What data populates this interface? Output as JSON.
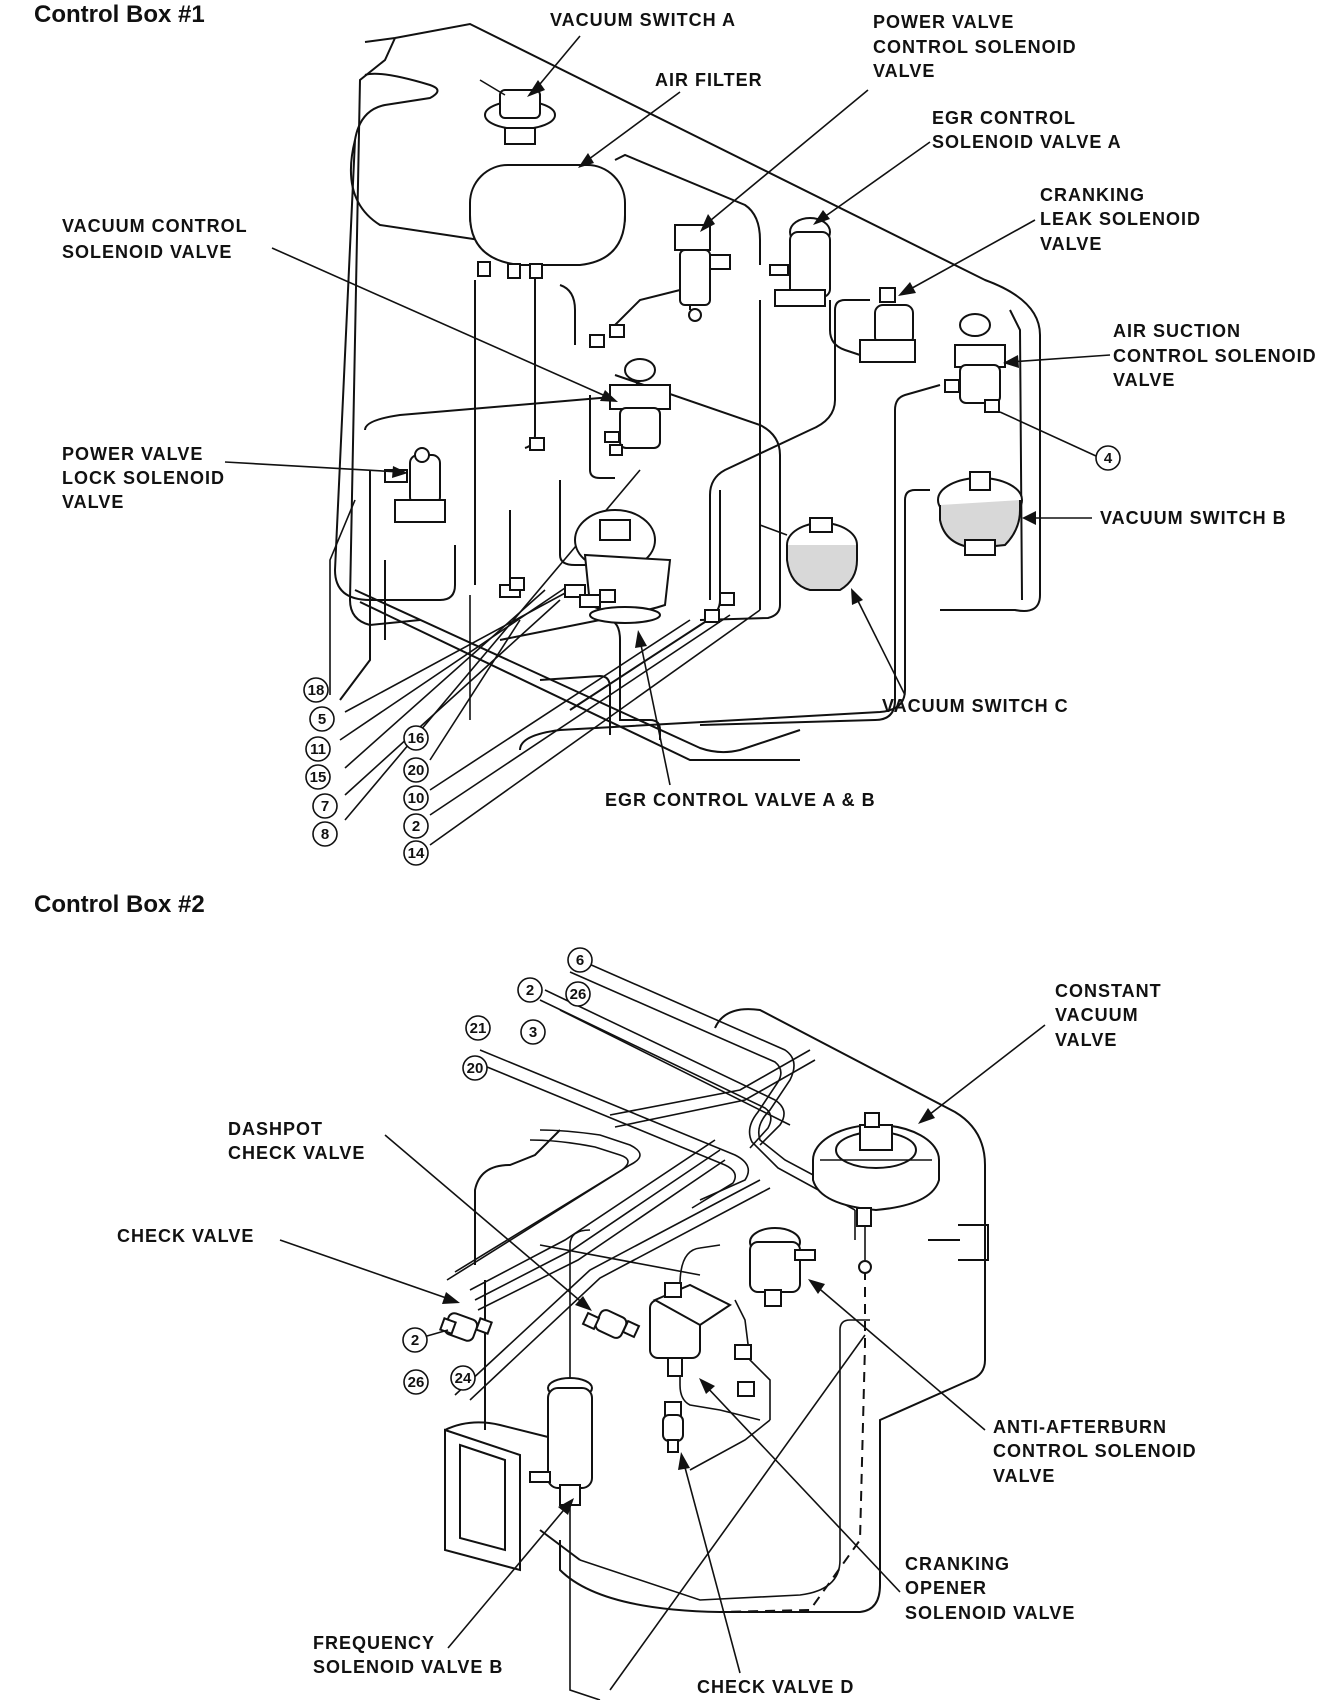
{
  "box1": {
    "title": "Control Box #1",
    "labels": {
      "vacuum_switch_a": [
        "VACUUM SWITCH A"
      ],
      "air_filter": [
        "AIR FILTER"
      ],
      "power_valve_control": [
        "POWER VALVE",
        "CONTROL SOLENOID",
        "VALVE"
      ],
      "egr_control_a": [
        "EGR CONTROL",
        "SOLENOID VALVE A"
      ],
      "cranking_leak": [
        "CRANKING",
        "LEAK SOLENOID",
        "VALVE"
      ],
      "vacuum_control": [
        "VACUUM CONTROL",
        "SOLENOID VALVE"
      ],
      "air_suction": [
        "AIR SUCTION",
        "CONTROL SOLENOID",
        "VALVE"
      ],
      "power_valve_lock": [
        "POWER VALVE",
        "LOCK SOLENOID",
        "VALVE"
      ],
      "vacuum_switch_b": [
        "VACUUM SWITCH B"
      ],
      "vacuum_switch_c": [
        "VACUUM SWITCH C"
      ],
      "egr_valve_ab": [
        "EGR CONTROL VALVE A & B"
      ]
    },
    "ports": {
      "p18": "18",
      "p5": "5",
      "p11": "11",
      "p15": "15",
      "p7": "7",
      "p8": "8",
      "p16": "16",
      "p20": "20",
      "p10": "10",
      "p2": "2",
      "p14": "14",
      "p4": "4"
    }
  },
  "box2": {
    "title": "Control Box #2",
    "labels": {
      "constant_vacuum": [
        "CONSTANT",
        "VACUUM",
        "VALVE"
      ],
      "dashpot_check": [
        "DASHPOT",
        "CHECK VALVE"
      ],
      "check_valve": [
        "CHECK VALVE"
      ],
      "anti_afterburn": [
        "ANTI-AFTERBURN",
        "CONTROL SOLENOID",
        "VALVE"
      ],
      "cranking_opener": [
        "CRANKING",
        "OPENER",
        "SOLENOID VALVE"
      ],
      "frequency_b": [
        "FREQUENCY",
        "SOLENOID VALVE B"
      ],
      "check_valve_d": [
        "CHECK VALVE D"
      ]
    },
    "ports": {
      "p6": "6",
      "p2": "2",
      "p26": "26",
      "p21": "21",
      "p3": "3",
      "p20": "20",
      "p2b": "2",
      "p26b": "26",
      "p24": "24"
    }
  }
}
